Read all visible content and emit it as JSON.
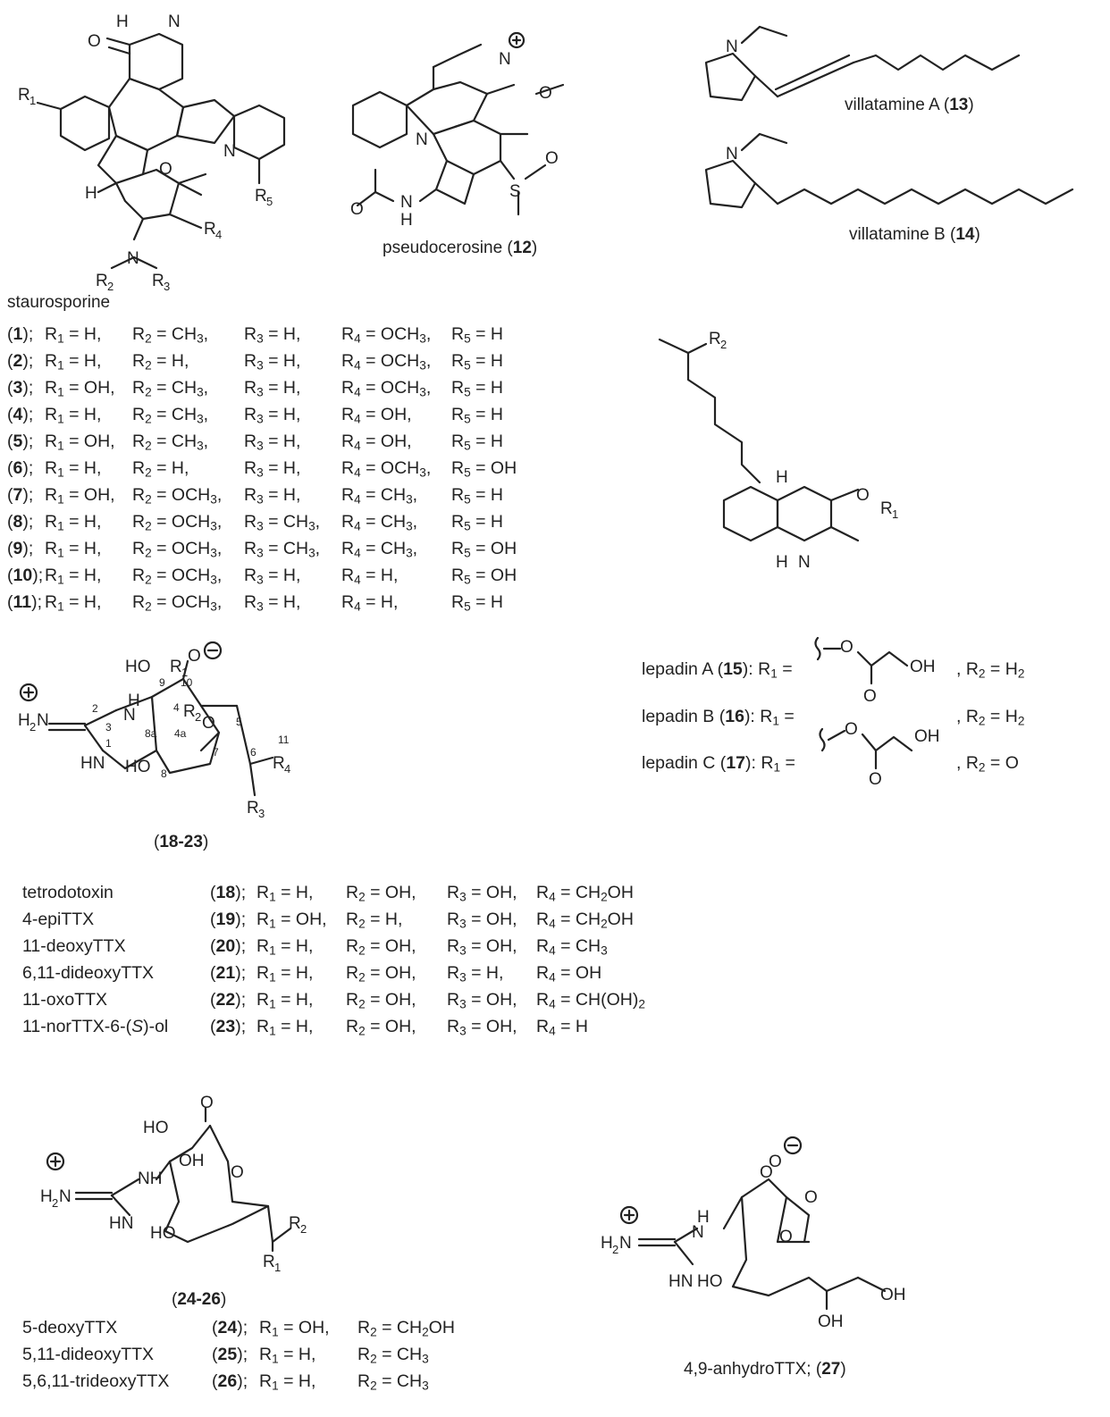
{
  "compounds": {
    "staurosporine_label": "staurosporine",
    "pseudocerosine": {
      "name": "pseudocerosine",
      "num": "12"
    },
    "villatamine_a": {
      "name": "villatamine A",
      "num": "13"
    },
    "villatamine_b": {
      "name": "villatamine B",
      "num": "14"
    },
    "ttx_range": "18-23",
    "ttx2_range": "24-26",
    "anhydro": {
      "name": "4,9-anhydroTTX;",
      "num": "27"
    }
  },
  "staurosporine_rows": [
    {
      "num": "1",
      "r1": "H",
      "r2": "CH3",
      "r3": "H",
      "r4": "OCH3",
      "r5": "H"
    },
    {
      "num": "2",
      "r1": "H",
      "r2": "H",
      "r3": "H",
      "r4": "OCH3",
      "r5": "H"
    },
    {
      "num": "3",
      "r1": "OH",
      "r2": "CH3",
      "r3": "H",
      "r4": "OCH3",
      "r5": "H"
    },
    {
      "num": "4",
      "r1": "H",
      "r2": "CH3",
      "r3": "H",
      "r4": "OH",
      "r5": "H"
    },
    {
      "num": "5",
      "r1": "OH",
      "r2": "CH3",
      "r3": "H",
      "r4": "OH",
      "r5": "H"
    },
    {
      "num": "6",
      "r1": "H",
      "r2": "H",
      "r3": "H",
      "r4": "OCH3",
      "r5": "OH"
    },
    {
      "num": "7",
      "r1": "OH",
      "r2": "OCH3",
      "r3": "H",
      "r4": "CH3",
      "r5": "H"
    },
    {
      "num": "8",
      "r1": "H",
      "r2": "OCH3",
      "r3": "CH3",
      "r4": "CH3",
      "r5": "H"
    },
    {
      "num": "9",
      "r1": "H",
      "r2": "OCH3",
      "r3": "CH3",
      "r4": "CH3",
      "r5": "OH"
    },
    {
      "num": "10",
      "r1": "H",
      "r2": "OCH3",
      "r3": "H",
      "r4": "H",
      "r5": "OH"
    },
    {
      "num": "11",
      "r1": "H",
      "r2": "OCH3",
      "r3": "H",
      "r4": "H",
      "r5": "H"
    }
  ],
  "lepadins": [
    {
      "name": "lepadin A",
      "num": "15",
      "r2": "H2"
    },
    {
      "name": "lepadin B",
      "num": "16",
      "r2": "H2"
    },
    {
      "name": "lepadin C",
      "num": "17",
      "r2": "O"
    }
  ],
  "ttx_rows": [
    {
      "name": "tetrodotoxin",
      "num": "18",
      "r1": "H",
      "r2": "OH",
      "r3": "OH",
      "r4": "CH2OH"
    },
    {
      "name": "4-epiTTX",
      "num": "19",
      "r1": "OH",
      "r2": "H",
      "r3": "OH",
      "r4": "CH2OH"
    },
    {
      "name": "11-deoxyTTX",
      "num": "20",
      "r1": "H",
      "r2": "OH",
      "r3": "OH",
      "r4": "CH3"
    },
    {
      "name": "6,11-dideoxyTTX",
      "num": "21",
      "r1": "H",
      "r2": "OH",
      "r3": "H",
      "r4": "OH"
    },
    {
      "name": "11-oxoTTX",
      "num": "22",
      "r1": "H",
      "r2": "OH",
      "r3": "OH",
      "r4": "CH(OH)2"
    },
    {
      "name": "11-norTTX-6-(S)-ol",
      "num": "23",
      "r1": "H",
      "r2": "OH",
      "r3": "OH",
      "r4": "H"
    }
  ],
  "ttx2_rows": [
    {
      "name": "5-deoxyTTX",
      "num": "24",
      "r1": "OH",
      "r2": "CH2OH"
    },
    {
      "name": "5,11-dideoxyTTX",
      "num": "25",
      "r1": "H",
      "r2": "CH3"
    },
    {
      "name": "5,6,11-trideoxyTTX",
      "num": "26",
      "r1": "H",
      "r2": "CH3"
    }
  ]
}
